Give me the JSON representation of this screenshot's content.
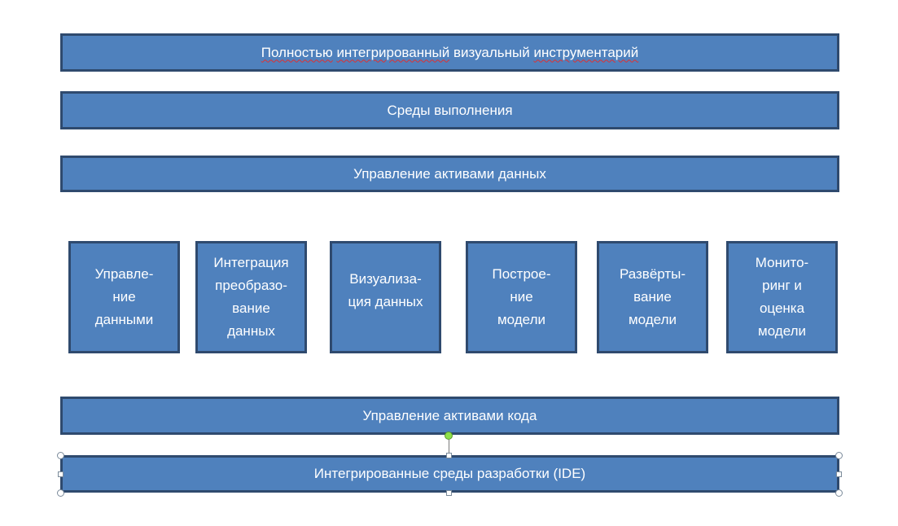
{
  "diagram": {
    "layers": {
      "top": {
        "words": [
          "Полностью",
          "интегрированный",
          "визуальный",
          "инструментарий"
        ]
      },
      "runtime": {
        "label": "Среды выполнения"
      },
      "data_assets": {
        "label": "Управление активами данных"
      },
      "code_assets": {
        "label": "Управление активами кода"
      },
      "ide": {
        "label": "Интегрированные среды разработки (IDE)"
      }
    },
    "boxes": [
      {
        "lines": [
          "Управле-",
          "ние",
          "данными"
        ]
      },
      {
        "lines": [
          "Интеграция",
          "преобразо-",
          "вание",
          "данных"
        ]
      },
      {
        "lines": [
          "Визуализа-",
          "ция данных"
        ]
      },
      {
        "lines": [
          "Построе-",
          "ние",
          "модели"
        ]
      },
      {
        "lines": [
          "Развёрты-",
          "вание",
          "модели"
        ]
      },
      {
        "lines": [
          "Монито-",
          "ринг и",
          "оценка",
          "модели"
        ]
      }
    ]
  }
}
